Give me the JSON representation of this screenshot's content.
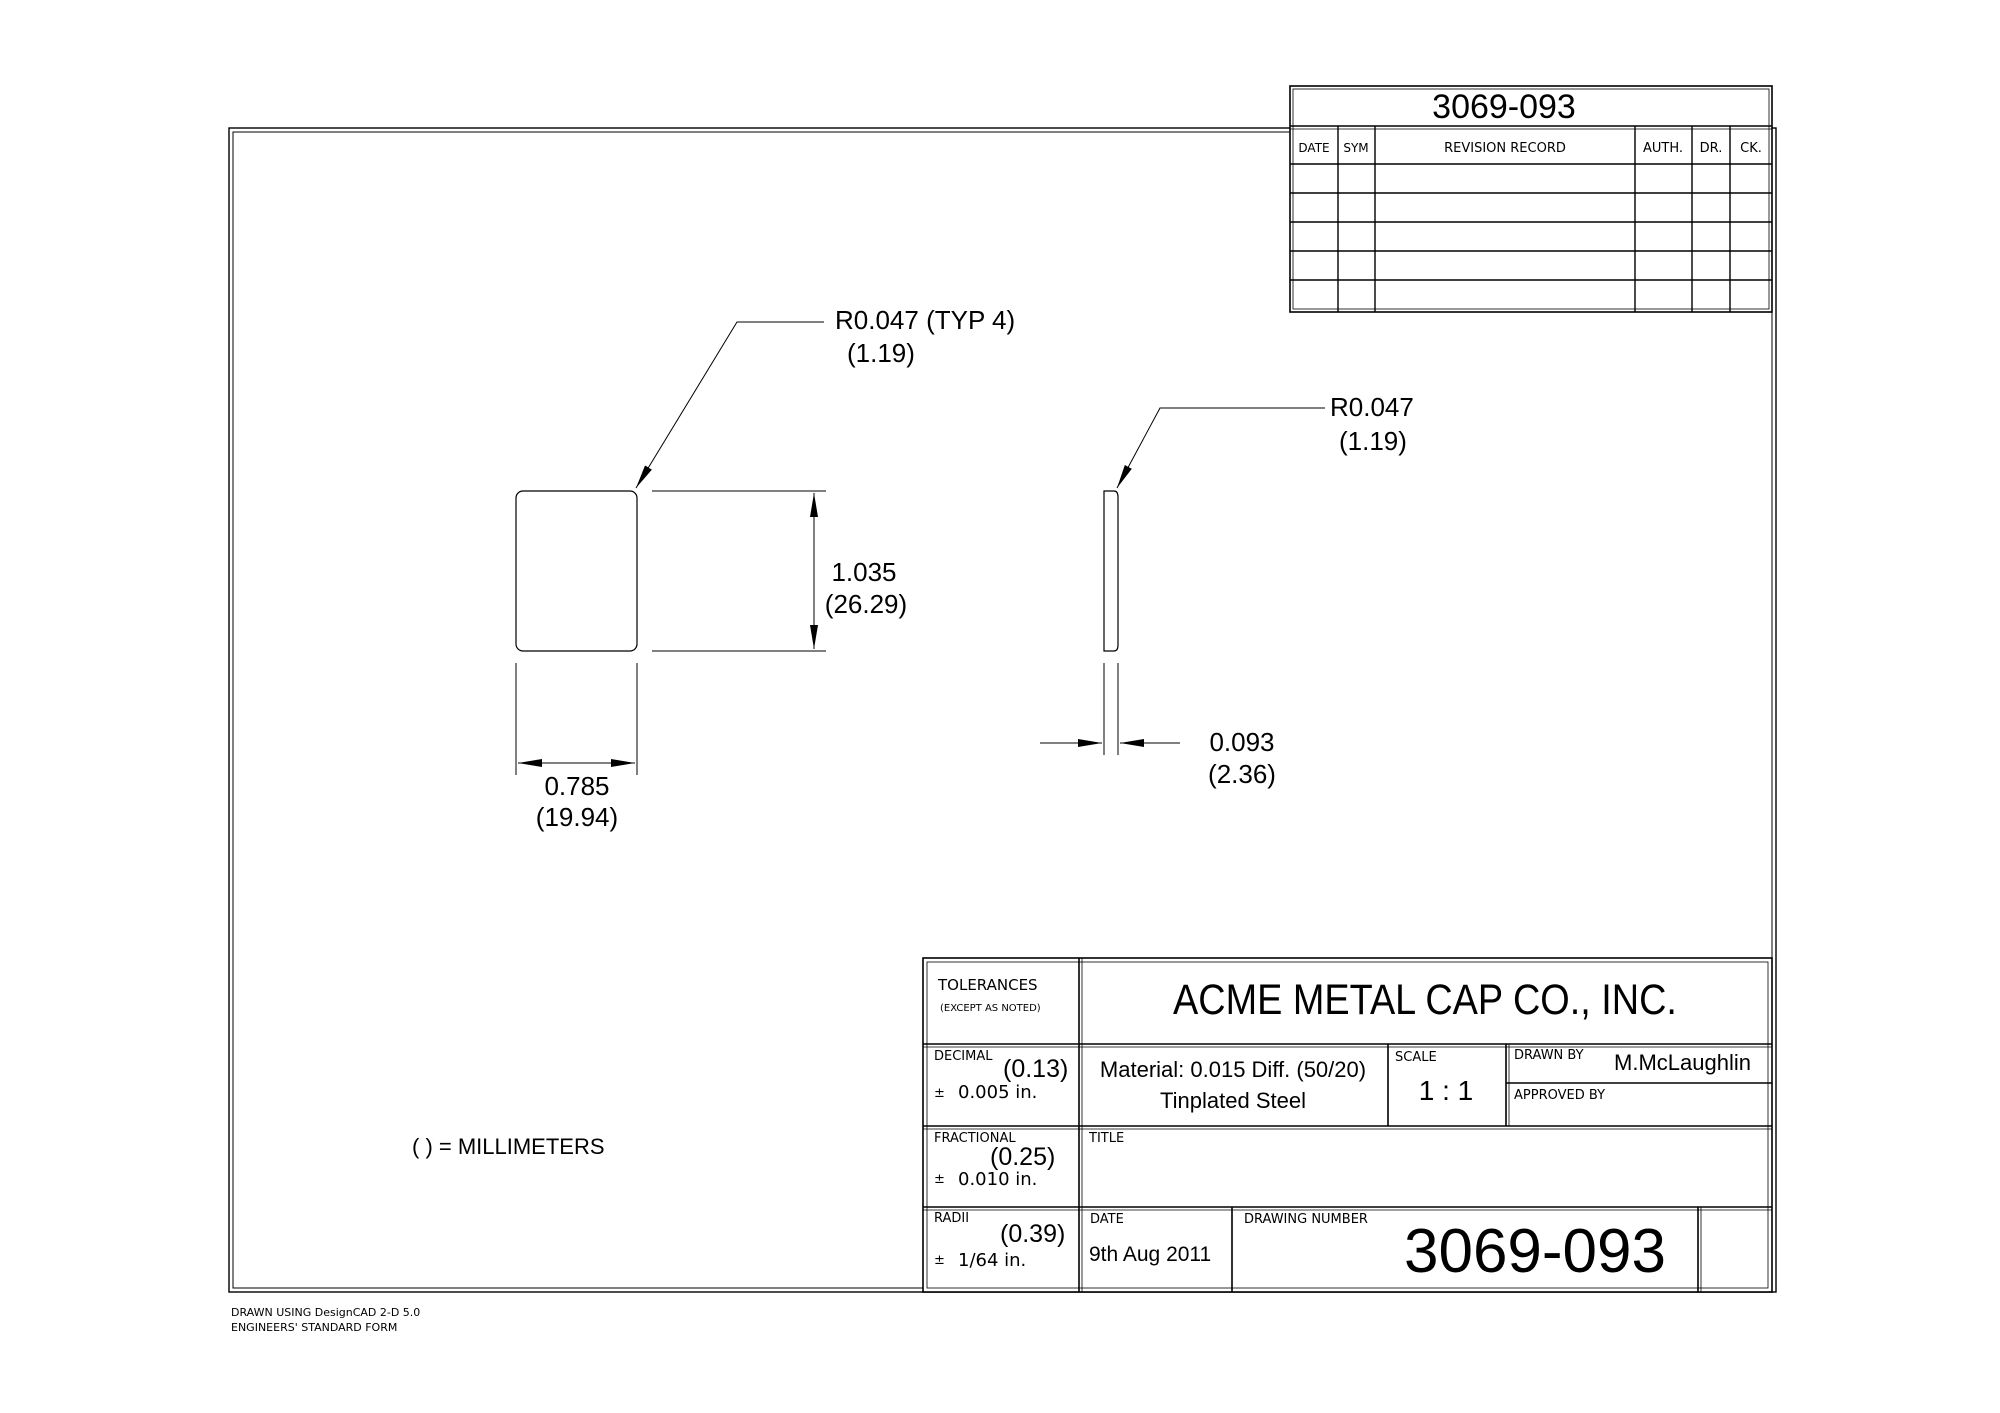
{
  "revision_block": {
    "drawing_number": "3069-093",
    "headers": [
      "DATE",
      "SYM",
      "REVISION RECORD",
      "AUTH.",
      "DR.",
      "CK."
    ]
  },
  "front_view": {
    "radius_label": "R0.047 (TYP 4)",
    "radius_mm": "(1.19)",
    "height_in": "1.035",
    "height_mm": "(26.29)",
    "width_in": "0.785",
    "width_mm": "(19.94)"
  },
  "side_view": {
    "radius_label": "R0.047",
    "radius_mm": "(1.19)",
    "thickness_in": "0.093",
    "thickness_mm": "(2.36)"
  },
  "note": "( ) = MILLIMETERS",
  "title_block": {
    "tolerances_label": "TOLERANCES",
    "tolerances_sub": "(EXCEPT AS NOTED)",
    "company": "ACME METAL CAP CO., INC.",
    "decimal_label": "DECIMAL",
    "decimal_mm": "(0.13)",
    "decimal_pm": "±",
    "decimal_in": "0.005 in.",
    "material_line1": "Material: 0.015 Diff. (50/20)",
    "material_line2": "Tinplated Steel",
    "scale_label": "SCALE",
    "scale_value": "1 : 1",
    "drawn_by_label": "DRAWN BY",
    "drawn_by_value": "M.McLaughlin",
    "approved_by_label": "APPROVED BY",
    "fractional_label": "FRACTIONAL",
    "fractional_mm": "(0.25)",
    "fractional_pm": "±",
    "fractional_in": "0.010 in.",
    "title_label": "TITLE",
    "radii_label": "RADII",
    "radii_mm": "(0.39)",
    "radii_pm": "±",
    "radii_in": "1/64 in.",
    "date_label": "DATE",
    "date_value": "9th Aug 2011",
    "drawing_number_label": "DRAWING NUMBER",
    "drawing_number": "3069-093"
  },
  "footer": {
    "line1": "DRAWN USING DesignCAD 2-D 5.0",
    "line2": "ENGINEERS' STANDARD FORM"
  }
}
